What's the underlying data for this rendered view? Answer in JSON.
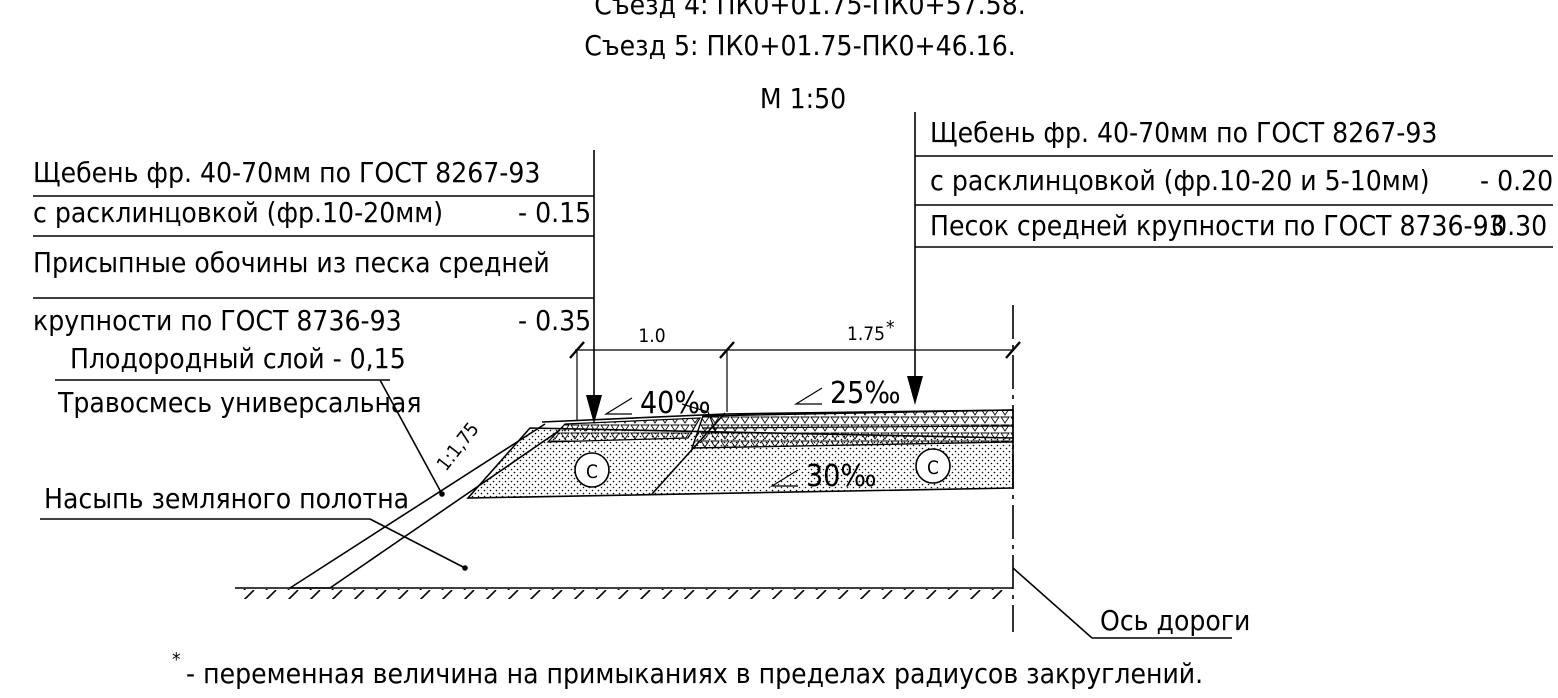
{
  "header": {
    "line1": "Съезд 4: ПК0+01.75-ПК0+57.58.",
    "line2": "Съезд 5: ПК0+01.75-ПК0+46.16.",
    "scale": "М 1:50"
  },
  "left_callout": {
    "row1": "Щебень фр. 40-70мм по ГОСТ 8267-93",
    "row2": "с расклинцовкой (фр.10-20мм)",
    "row2_value": "- 0.15",
    "row3": "Присыпные  обочины из песка средней",
    "row4": "крупности по ГОСТ 8736-93",
    "row4_value": "- 0.35"
  },
  "right_callout": {
    "row1": "Щебень фр. 40-70мм по ГОСТ 8267-93",
    "row2": "с расклинцовкой (фр.10-20 и 5-10мм)",
    "row2_value": "- 0.20",
    "row3": "Песок средней крупности по ГОСТ 8736-93",
    "row3_value": "- 0.30"
  },
  "labels": {
    "fertile_layer": "Плодородный слой - 0,15",
    "grass_mix": "Травосмесь универсальная",
    "embankment": "Насыпь земляного полотна",
    "road_axis": "Ось дороги",
    "slope_ratio": "1:1,75",
    "shoulder_slope": "40‰",
    "carriage_slope": "25‰",
    "base_slope": "30‰",
    "dim_shoulder": "1.0",
    "dim_lane": "1.75",
    "dim_lane_mark": "*",
    "circle_mark_left": "С",
    "circle_mark_right": "С"
  },
  "footnote": {
    "mark": "*",
    "text": "- переменная величина на примыканиях в пределах радиусов закруглений."
  },
  "colors": {
    "ink": "#000000",
    "paper": "#ffffff"
  }
}
